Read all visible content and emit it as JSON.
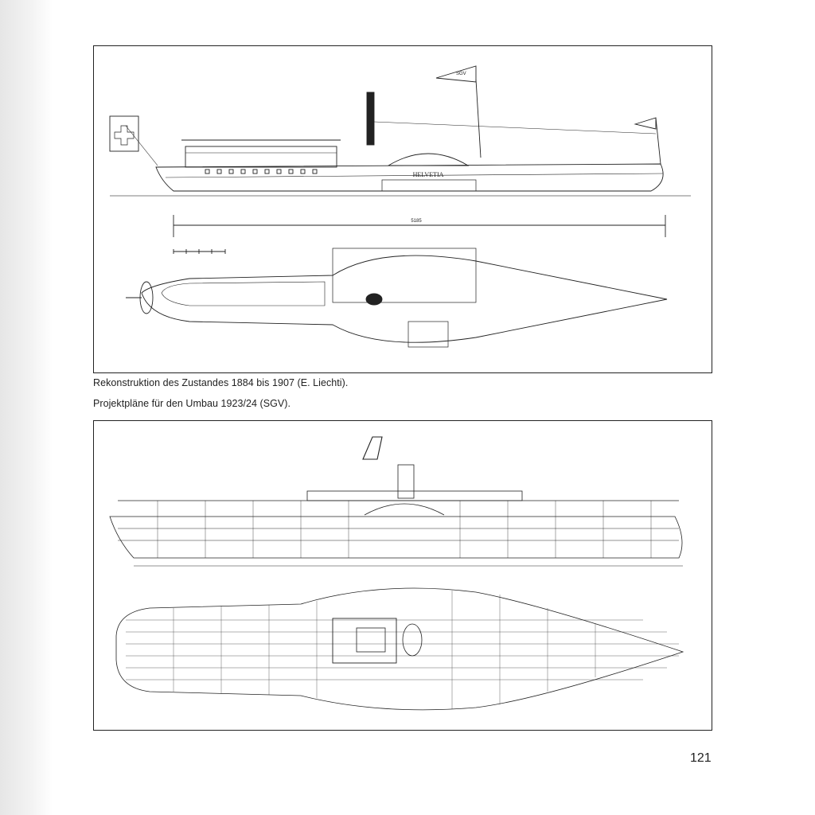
{
  "page": {
    "number": "121",
    "captions": [
      "Rekonstruktion des Zustandes 1884 bis 1907 (E. Liechti).",
      "Projektpläne für den Umbau 1923/24 (SGV)."
    ]
  },
  "drawing_top": {
    "ship_name": "HELVETIA",
    "flag_text": "SGV",
    "length_dimension": "5185"
  },
  "colors": {
    "ink": "#222222",
    "paper": "#ffffff",
    "gutter": "#e6e6e6"
  }
}
